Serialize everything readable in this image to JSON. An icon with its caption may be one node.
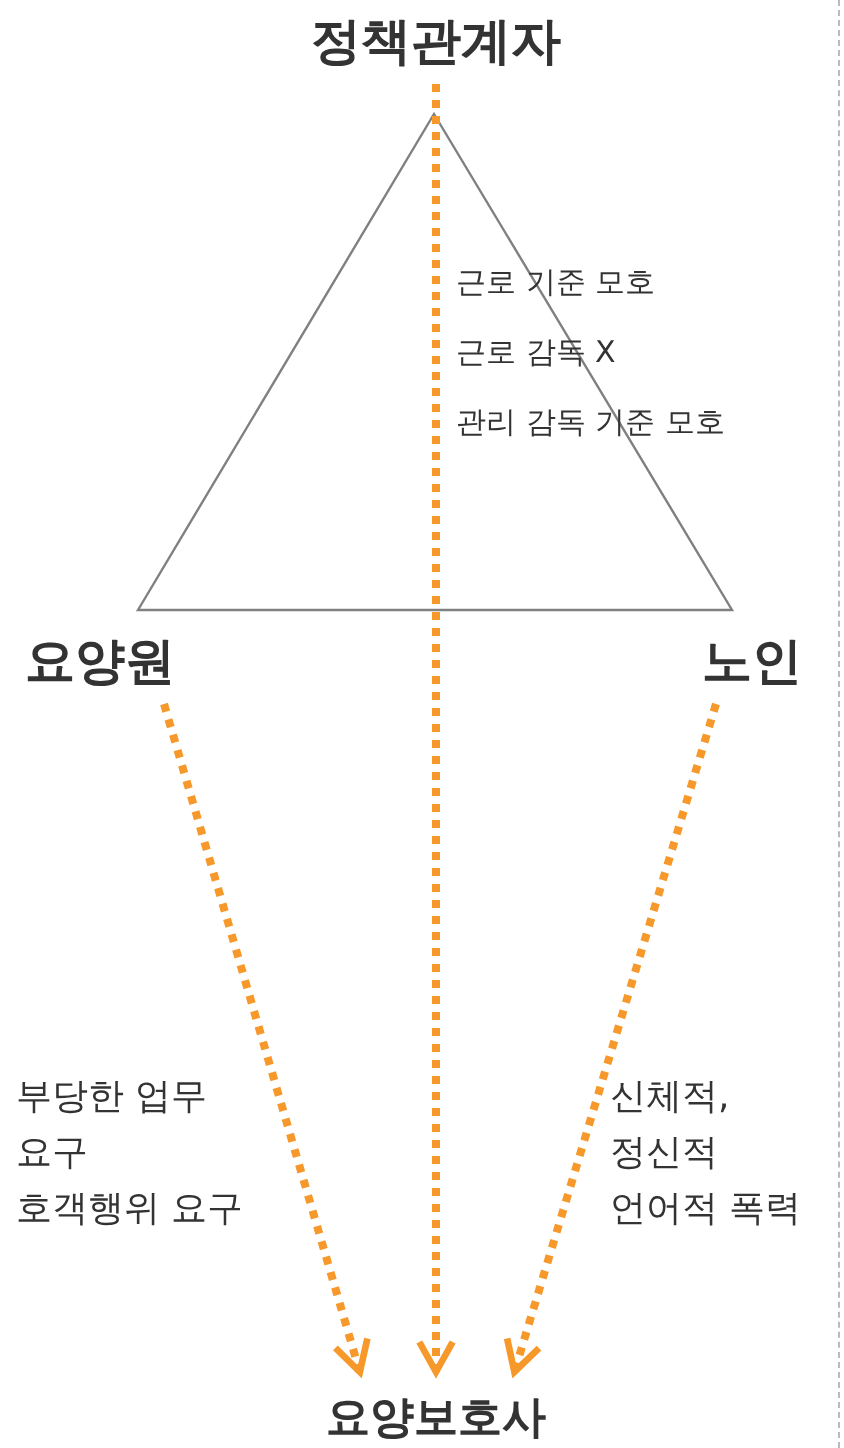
{
  "diagram": {
    "nodes": [
      {
        "text": [
          "정책관계자"
        ]
      },
      {
        "text": [
          "요양원"
        ]
      },
      {
        "text": [
          "노인"
        ]
      },
      {
        "text": [
          "요양보호사"
        ]
      }
    ],
    "edges": [
      {
        "from": 1,
        "to": 3,
        "arrow": "to",
        "style": "dashed"
      },
      {
        "from": 0,
        "to": 3,
        "arrow": "to",
        "style": "dashed"
      },
      {
        "from": 2,
        "to": 3,
        "arrow": "to",
        "style": "dashed"
      }
    ],
    "labels": [
      "근로 기준 모호",
      "근로 감독 X",
      "관리 감독 기준 모호",
      "부당한 업무 요구",
      "호객행위 요구",
      "신체적, 정신적 언어적 폭력"
    ]
  }
}
